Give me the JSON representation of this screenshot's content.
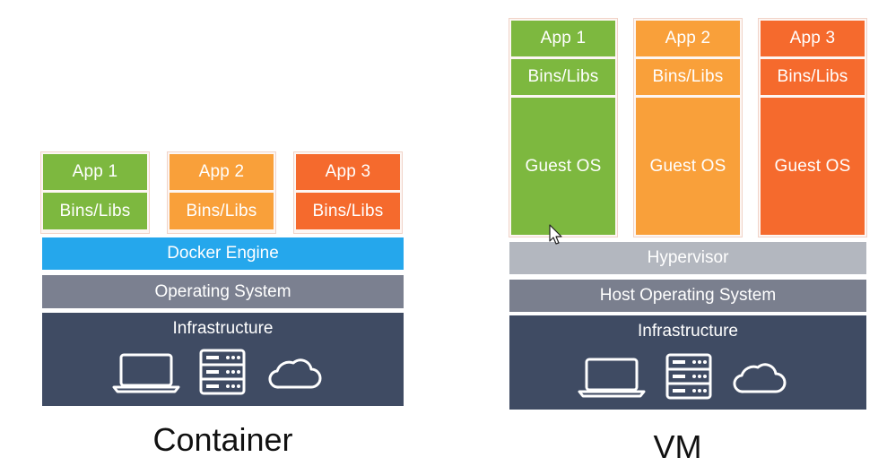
{
  "container": {
    "apps": [
      {
        "app": "App 1",
        "libs": "Bins/Libs",
        "color": "#7db83f"
      },
      {
        "app": "App 2",
        "libs": "Bins/Libs",
        "color": "#f9a03a"
      },
      {
        "app": "App 3",
        "libs": "Bins/Libs",
        "color": "#f56a2d"
      }
    ],
    "engine": "Docker Engine",
    "os": "Operating System",
    "infrastructure": "Infrastructure",
    "caption": "Container",
    "icons": [
      "laptop-icon",
      "server-icon",
      "cloud-icon"
    ]
  },
  "vm": {
    "apps": [
      {
        "app": "App 1",
        "libs": "Bins/Libs",
        "guest": "Guest OS",
        "color": "#7db83f"
      },
      {
        "app": "App 2",
        "libs": "Bins/Libs",
        "guest": "Guest OS",
        "color": "#f9a03a"
      },
      {
        "app": "App 3",
        "libs": "Bins/Libs",
        "guest": "Guest OS",
        "color": "#f56a2d"
      }
    ],
    "hypervisor": "Hypervisor",
    "host_os": "Host Operating System",
    "infrastructure": "Infrastructure",
    "caption": "VM",
    "icons": [
      "laptop-icon",
      "server-icon",
      "cloud-icon"
    ]
  }
}
